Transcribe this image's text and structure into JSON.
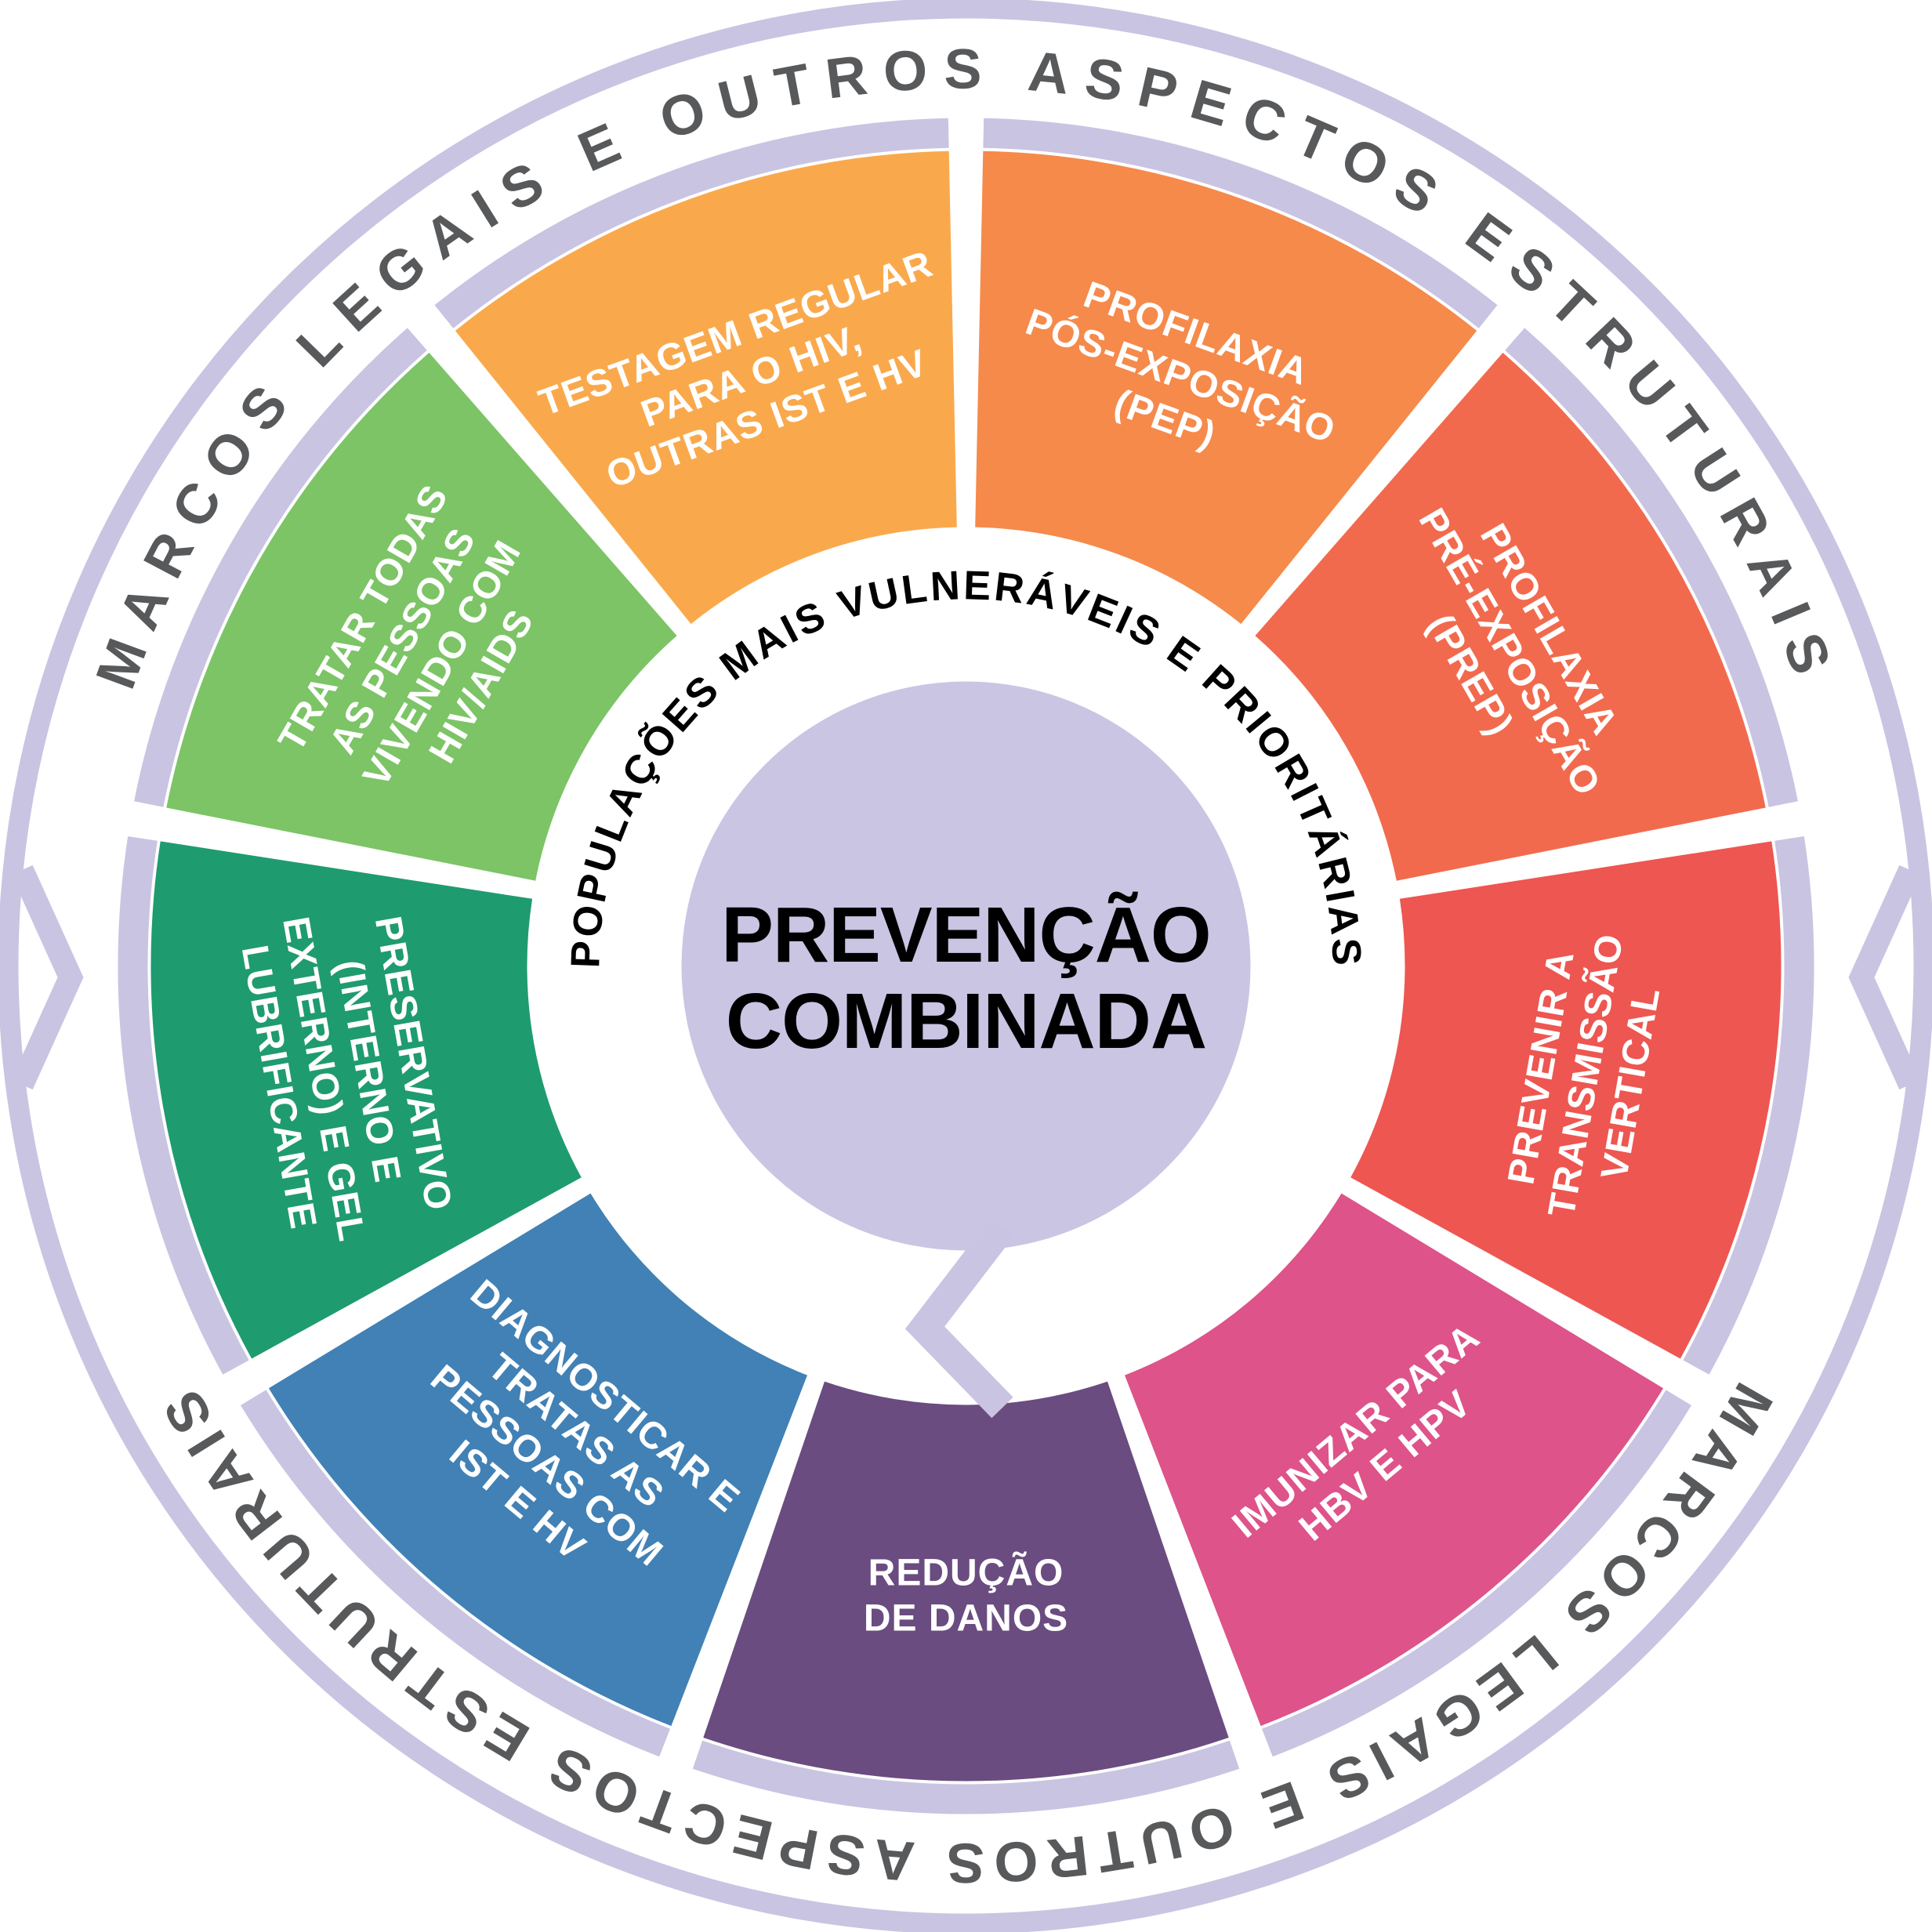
{
  "diagram": {
    "center": {
      "line1": "PREVENÇÃO",
      "line2": "COMBINADA",
      "circle_color": "#C9C5E3",
      "text_color": "#000000"
    },
    "inner_arc": {
      "text": "POPULAÇÕES MAIS VULNERÁVEIS E PRIORITÁRIAS",
      "text_color": "#000000"
    },
    "outer_arc": {
      "top_text": "MARCOS LEGAIS E OUTROS ASPECTOS ESTRUTURAIS",
      "bottom_text": "MARCOS LEGAIS E OUTROS ASPECTOS ESTRUTURAIS",
      "text_color": "#58595B",
      "ring_color": "#C8C4E2"
    },
    "label_text_color": "#FFFFFF",
    "segments": [
      {
        "id": "profilaxia-pos-exposicao",
        "color": "#F58A4B",
        "lines": [
          "PROFILAXIA",
          "PÓS-EXPOSIÇÃO",
          "(PEP)"
        ]
      },
      {
        "id": "profilaxia-pre-exposicao",
        "color": "#F26A4D",
        "lines": [
          "PROFILAXIA",
          "PRÉ-EXPOSIÇÃO",
          "(PREP)"
        ]
      },
      {
        "id": "prevenir-transmissao-vertical",
        "color": "#EE5651",
        "lines": [
          "PREVENIR A",
          "TRANSMISSÃO",
          "VERTICAL"
        ]
      },
      {
        "id": "imunizar-hbv-hpv",
        "color": "#DD538A",
        "lines": [
          "IMUNIZAR PARA",
          "HBV E HPV"
        ]
      },
      {
        "id": "reducao-de-danos",
        "color": "#6A4C80",
        "lines": [
          "REDUÇÃO",
          "DE DANOS"
        ]
      },
      {
        "id": "diagnosticar-tratar-ist-hv",
        "color": "#4181B5",
        "lines": [
          "DIAGNOSTICAR E",
          "TRATAS AS",
          "PESSOAS COM",
          "IST E HV"
        ]
      },
      {
        "id": "preservativo-gel",
        "color": "#1F9B70",
        "lines": [
          "PRESERVATIVO",
          "(INTERNO E",
          "EXTERNO) E GEL",
          "LUBRIFICANTE"
        ]
      },
      {
        "id": "tratar-pessoas-hiv-aids",
        "color": "#7CC466",
        "lines": [
          "TRATAR TODAS",
          "AS PESSOAS",
          "VIVENDO COM",
          "HIV/AIDS"
        ]
      },
      {
        "id": "testagem-regular",
        "color": "#F9A94C",
        "lines": [
          "TESTAGEM REGULAR",
          "PARA O HIV,",
          "OUTRAS IST E HV"
        ]
      }
    ]
  }
}
